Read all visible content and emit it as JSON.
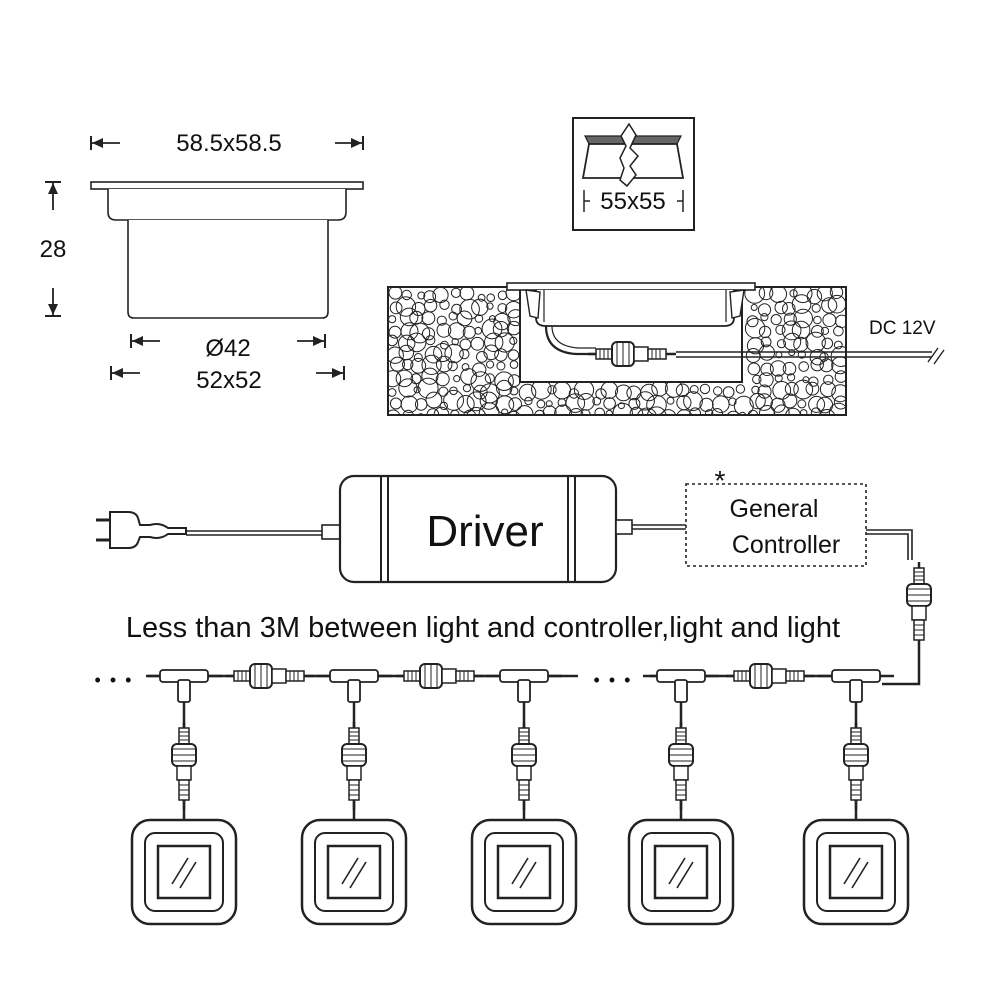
{
  "dimensions": {
    "top_width": "58.5x58.5",
    "height": "28",
    "inner_diameter": "Ø42",
    "base": "52x52",
    "cutout": "55x55"
  },
  "install": {
    "power_label": "DC 12V"
  },
  "wiring": {
    "driver_label": "Driver",
    "controller_marker": "*",
    "controller_line1": "General",
    "controller_line2": "Controller",
    "note": "Less than 3M between light and controller,light and light",
    "ellipsis": "• • •",
    "light_count": 5
  },
  "colors": {
    "line": "#222222",
    "background": "#ffffff"
  }
}
